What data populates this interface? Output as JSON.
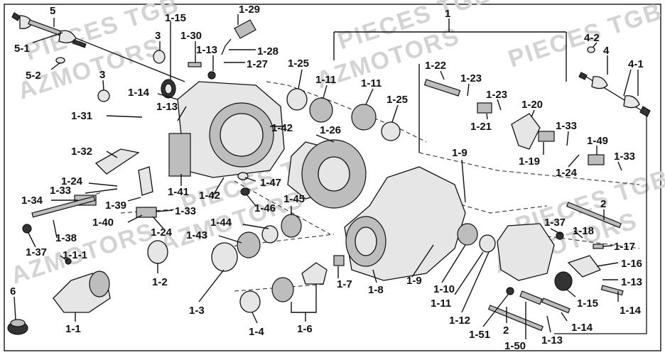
{
  "watermark": {
    "line1": "PIECES TGB",
    "line2": "AZMOTORS"
  },
  "labels": [
    {
      "id": "l-5",
      "text": "5"
    },
    {
      "id": "l-5-1",
      "text": "5-1"
    },
    {
      "id": "l-5-2",
      "text": "5-2"
    },
    {
      "id": "l-3a",
      "text": "3"
    },
    {
      "id": "l-3b",
      "text": "3"
    },
    {
      "id": "l-1-15",
      "text": "1-15"
    },
    {
      "id": "l-1-29",
      "text": "1-29"
    },
    {
      "id": "l-1-30",
      "text": "1-30"
    },
    {
      "id": "l-1-13a",
      "text": "1-13"
    },
    {
      "id": "l-1-28",
      "text": "1-28"
    },
    {
      "id": "l-1-27",
      "text": "1-27"
    },
    {
      "id": "l-1-25a",
      "text": "1-25"
    },
    {
      "id": "l-1-11a",
      "text": "1-11"
    },
    {
      "id": "l-1-11b",
      "text": "1-11"
    },
    {
      "id": "l-1-25b",
      "text": "1-25"
    },
    {
      "id": "l-1",
      "text": "1"
    },
    {
      "id": "l-1-22",
      "text": "1-22"
    },
    {
      "id": "l-1-23a",
      "text": "1-23"
    },
    {
      "id": "l-1-23b",
      "text": "1-23"
    },
    {
      "id": "l-1-21",
      "text": "1-21"
    },
    {
      "id": "l-1-20",
      "text": "1-20"
    },
    {
      "id": "l-4-2",
      "text": "4-2"
    },
    {
      "id": "l-4",
      "text": "4"
    },
    {
      "id": "l-4-1",
      "text": "4-1"
    },
    {
      "id": "l-1-14a",
      "text": "1-14"
    },
    {
      "id": "l-1-13b",
      "text": "1-13"
    },
    {
      "id": "l-1-31",
      "text": "1-31"
    },
    {
      "id": "l-1-42a",
      "text": "1-42"
    },
    {
      "id": "l-1-26",
      "text": "1-26"
    },
    {
      "id": "l-1-33a",
      "text": "1-33"
    },
    {
      "id": "l-1-49",
      "text": "1-49"
    },
    {
      "id": "l-1-19",
      "text": "1-19"
    },
    {
      "id": "l-1-33b",
      "text": "1-33"
    },
    {
      "id": "l-1-24a",
      "text": "1-24"
    },
    {
      "id": "l-1-32",
      "text": "1-32"
    },
    {
      "id": "l-1-9a",
      "text": "1-9"
    },
    {
      "id": "l-1-24b",
      "text": "1-24"
    },
    {
      "id": "l-1-33c",
      "text": "1-33"
    },
    {
      "id": "l-1-34",
      "text": "1-34"
    },
    {
      "id": "l-1-39",
      "text": "1-39"
    },
    {
      "id": "l-1-41",
      "text": "1-41"
    },
    {
      "id": "l-1-42b",
      "text": "1-42"
    },
    {
      "id": "l-1-47",
      "text": "1-47"
    },
    {
      "id": "l-1-46",
      "text": "1-46"
    },
    {
      "id": "l-1-45",
      "text": "1-45"
    },
    {
      "id": "l-1-33d",
      "text": "1-33"
    },
    {
      "id": "l-2a",
      "text": "2"
    },
    {
      "id": "l-1-40",
      "text": "1-40"
    },
    {
      "id": "l-1-24c",
      "text": "1-24"
    },
    {
      "id": "l-1-44",
      "text": "1-44"
    },
    {
      "id": "l-1-37a",
      "text": "1-37"
    },
    {
      "id": "l-1-18",
      "text": "1-18"
    },
    {
      "id": "l-1-38",
      "text": "1-38"
    },
    {
      "id": "l-1-43",
      "text": "1-43"
    },
    {
      "id": "l-1-17",
      "text": "1-17"
    },
    {
      "id": "l-1-37b",
      "text": "1-37"
    },
    {
      "id": "l-1-1-1",
      "text": "1-1-1"
    },
    {
      "id": "l-1-16",
      "text": "1-16"
    },
    {
      "id": "l-1-2",
      "text": "1-2"
    },
    {
      "id": "l-1-7",
      "text": "1-7"
    },
    {
      "id": "l-1-8",
      "text": "1-8"
    },
    {
      "id": "l-1-9b",
      "text": "1-9"
    },
    {
      "id": "l-1-10",
      "text": "1-10"
    },
    {
      "id": "l-1-13c",
      "text": "1-13"
    },
    {
      "id": "l-1-3",
      "text": "1-3"
    },
    {
      "id": "l-1-11c",
      "text": "1-11"
    },
    {
      "id": "l-1-15b",
      "text": "1-15"
    },
    {
      "id": "l-1-14b",
      "text": "1-14"
    },
    {
      "id": "l-6",
      "text": "6"
    },
    {
      "id": "l-1-12",
      "text": "1-12"
    },
    {
      "id": "l-1-14c",
      "text": "1-14"
    },
    {
      "id": "l-1-1",
      "text": "1-1"
    },
    {
      "id": "l-1-4",
      "text": "1-4"
    },
    {
      "id": "l-1-6",
      "text": "1-6"
    },
    {
      "id": "l-1-51",
      "text": "1-51"
    },
    {
      "id": "l-2b",
      "text": "2"
    },
    {
      "id": "l-1-13d",
      "text": "1-13"
    },
    {
      "id": "l-1-50",
      "text": "1-50"
    }
  ]
}
